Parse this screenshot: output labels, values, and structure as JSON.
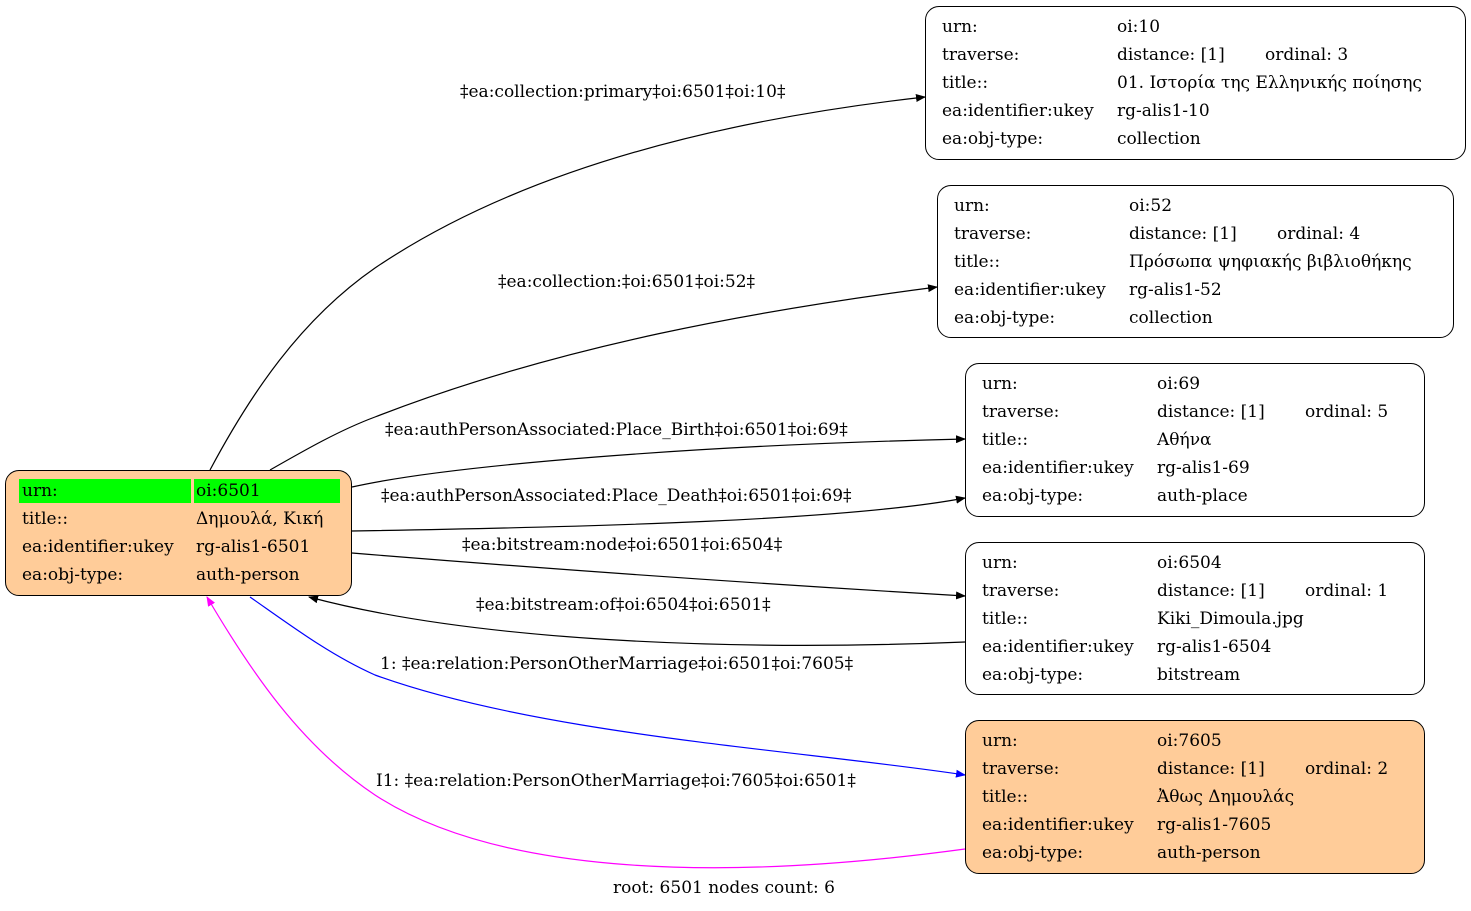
{
  "labels": {
    "urn": "urn:",
    "traverse": "traverse:",
    "title": "title::",
    "ukey": "ea:identifier:ukey",
    "objtype": "ea:obj-type:"
  },
  "root": {
    "urn": "oi:6501",
    "title": "Δημουλά, Κική",
    "ukey": "rg-alis1-6501",
    "objtype": "auth-person",
    "highlight_color": "#00ff00",
    "fill_color": "#ffcc99"
  },
  "nodes": [
    {
      "urn": "oi:10",
      "distance": "distance: [1]",
      "ordinal": "ordinal: 3",
      "title": "01. Ιστορία της Ελληνικής ποίησης",
      "ukey": "rg-alis1-10",
      "objtype": "collection"
    },
    {
      "urn": "oi:52",
      "distance": "distance: [1]",
      "ordinal": "ordinal: 4",
      "title": "Πρόσωπα ψηφιακής βιβλιοθήκης",
      "ukey": "rg-alis1-52",
      "objtype": "collection"
    },
    {
      "urn": "oi:69",
      "distance": "distance: [1]",
      "ordinal": "ordinal: 5",
      "title": "Αθήνα",
      "ukey": "rg-alis1-69",
      "objtype": "auth-place"
    },
    {
      "urn": "oi:6504",
      "distance": "distance: [1]",
      "ordinal": "ordinal: 1",
      "title": "Kiki_Dimoula.jpg",
      "ukey": "rg-alis1-6504",
      "objtype": "bitstream"
    },
    {
      "urn": "oi:7605",
      "distance": "distance: [1]",
      "ordinal": "ordinal: 2",
      "title": "Ἀθως Δημουλάς",
      "ukey": "rg-alis1-7605",
      "objtype": "auth-person"
    }
  ],
  "edges": [
    {
      "label": "‡ea:collection:primary‡oi:6501‡oi:10‡",
      "color": "#000000"
    },
    {
      "label": "‡ea:collection:‡oi:6501‡oi:52‡",
      "color": "#000000"
    },
    {
      "label": "‡ea:authPersonAssociated:Place_Birth‡oi:6501‡oi:69‡",
      "color": "#000000"
    },
    {
      "label": "‡ea:authPersonAssociated:Place_Death‡oi:6501‡oi:69‡",
      "color": "#000000"
    },
    {
      "label": "‡ea:bitstream:node‡oi:6501‡oi:6504‡",
      "color": "#000000"
    },
    {
      "label": "‡ea:bitstream:of‡oi:6504‡oi:6501‡",
      "color": "#000000"
    },
    {
      "label": "1: ‡ea:relation:PersonOtherMarriage‡oi:6501‡oi:7605‡",
      "color": "#0000ff"
    },
    {
      "label": "I1: ‡ea:relation:PersonOtherMarriage‡oi:7605‡oi:6501‡",
      "color": "#ff00ff"
    }
  ],
  "footer": "root: 6501 nodes count: 6"
}
